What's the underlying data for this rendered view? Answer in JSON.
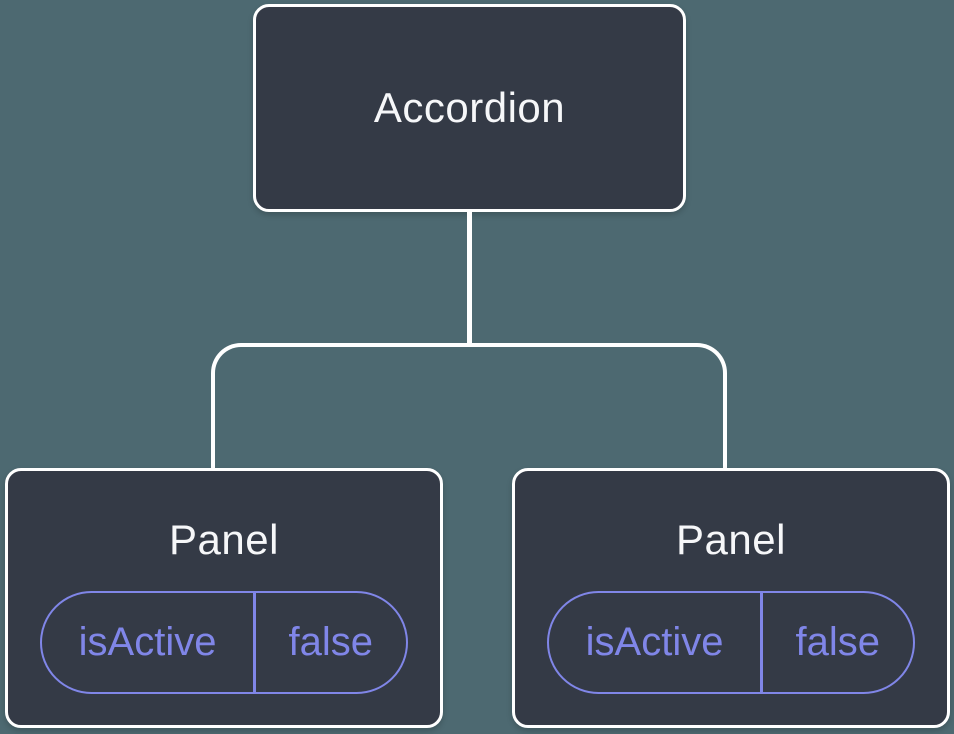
{
  "diagram": {
    "type": "component-tree",
    "root": {
      "label": "Accordion"
    },
    "panels": [
      {
        "title": "Panel",
        "prop": {
          "name": "isActive",
          "value": "false"
        }
      },
      {
        "title": "Panel",
        "prop": {
          "name": "isActive",
          "value": "false"
        }
      }
    ]
  },
  "colors": {
    "background": "#4d6971",
    "node_bg": "#343a46",
    "node_border": "#ffffff",
    "connector": "#ffffff",
    "title_color": "#f6f7f9",
    "accent": "#8086e8"
  }
}
